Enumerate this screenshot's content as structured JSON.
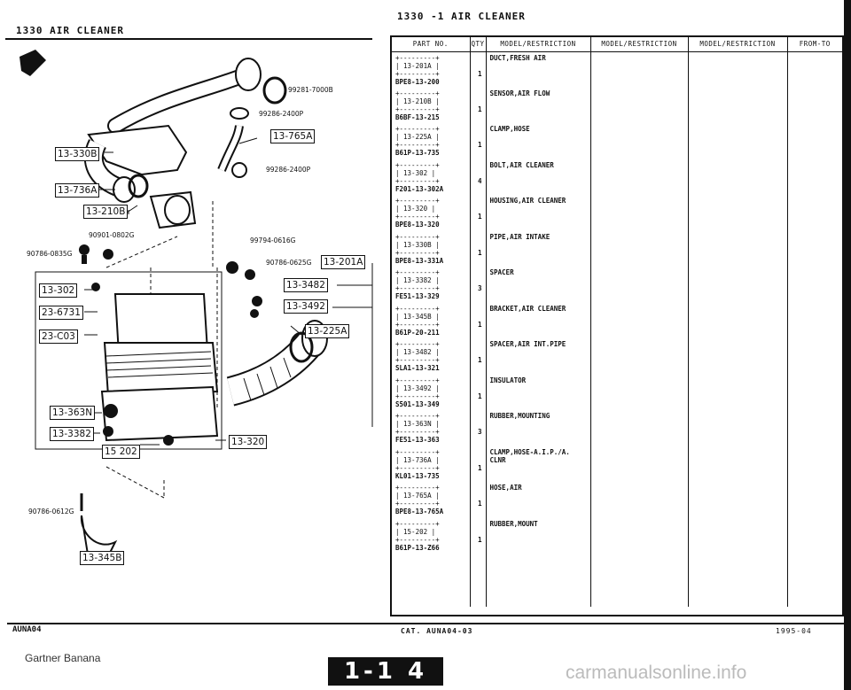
{
  "header": {
    "left_title": "1330   AIR CLEANER",
    "right_title": "1330  -1     AIR CLEANER"
  },
  "diagram": {
    "callouts": [
      {
        "id": "c1",
        "text": "13-330B"
      },
      {
        "id": "c2",
        "text": "13-736A"
      },
      {
        "id": "c3",
        "text": "13-210B"
      },
      {
        "id": "c4",
        "text": "13-765A"
      },
      {
        "id": "c5",
        "text": "13-201A"
      },
      {
        "id": "c6",
        "text": "13-3482"
      },
      {
        "id": "c7",
        "text": "13-3492"
      },
      {
        "id": "c8",
        "text": "13-225A"
      },
      {
        "id": "c9",
        "text": "13-302"
      },
      {
        "id": "c10",
        "text": "23-6731"
      },
      {
        "id": "c11",
        "text": "23-C03"
      },
      {
        "id": "c12",
        "text": "13-363N"
      },
      {
        "id": "c13",
        "text": "13-3382"
      },
      {
        "id": "c14",
        "text": "15 202"
      },
      {
        "id": "c15",
        "text": "13-320"
      },
      {
        "id": "c16",
        "text": "13-345B"
      }
    ],
    "part_numbers": [
      {
        "id": "p1",
        "text": "99281-7000B"
      },
      {
        "id": "p2",
        "text": "99286-2400P"
      },
      {
        "id": "p3",
        "text": "99286-2400P"
      },
      {
        "id": "p4",
        "text": "90901-0802G"
      },
      {
        "id": "p5",
        "text": "90786-0835G"
      },
      {
        "id": "p6",
        "text": "99794-0616G"
      },
      {
        "id": "p7",
        "text": "90786-0625G"
      },
      {
        "id": "p8",
        "text": "90786-0612G"
      }
    ]
  },
  "table": {
    "headers": [
      "PART NO.",
      "QTY",
      "MODEL/RESTRICTION",
      "MODEL/RESTRICTION",
      "MODEL/RESTRICTION",
      "FROM-TO"
    ],
    "rows": [
      {
        "ref": "13-201A",
        "part": "BPE8-13-200",
        "qty": "1",
        "desc": "DUCT,FRESH AIR"
      },
      {
        "ref": "13-210B",
        "part": "B6BF-13-215",
        "qty": "1",
        "desc": "SENSOR,AIR FLOW"
      },
      {
        "ref": "13-225A",
        "part": "B61P-13-735",
        "qty": "1",
        "desc": "CLAMP,HOSE"
      },
      {
        "ref": "13-302",
        "part": "F201-13-302A",
        "qty": "4",
        "desc": "BOLT,AIR CLEANER"
      },
      {
        "ref": "13-320",
        "part": "BPE8-13-320",
        "qty": "1",
        "desc": "HOUSING,AIR CLEANER"
      },
      {
        "ref": "13-330B",
        "part": "BPE8-13-331A",
        "qty": "1",
        "desc": "PIPE,AIR INTAKE"
      },
      {
        "ref": "13-3382",
        "part": "FE51-13-329",
        "qty": "3",
        "desc": "SPACER"
      },
      {
        "ref": "13-345B",
        "part": "B61P-20-211",
        "qty": "1",
        "desc": "BRACKET,AIR CLEANER"
      },
      {
        "ref": "13-3482",
        "part": "SLA1-13-321",
        "qty": "1",
        "desc": "SPACER,AIR INT.PIPE"
      },
      {
        "ref": "13-3492",
        "part": "S501-13-349",
        "qty": "1",
        "desc": "INSULATOR"
      },
      {
        "ref": "13-363N",
        "part": "FE51-13-363",
        "qty": "3",
        "desc": "RUBBER,MOUNTING"
      },
      {
        "ref": "13-736A",
        "part": "KL01-13-735",
        "qty": "1",
        "desc": "CLAMP,HOSE-A.I.P./A.\nCLNR"
      },
      {
        "ref": "13-765A",
        "part": "BPE8-13-765A",
        "qty": "1",
        "desc": "HOSE,AIR"
      },
      {
        "ref": "15-202",
        "part": "B61P-13-Z66",
        "qty": "1",
        "desc": "RUBBER,MOUNT"
      }
    ]
  },
  "footer": {
    "left_code": "AUNA04",
    "cat": "CAT.  AUNA04-03",
    "date": "1995-04",
    "brand": "Gartner Banana",
    "page": "1-1 4",
    "watermark": "carmanualsonline.info"
  }
}
